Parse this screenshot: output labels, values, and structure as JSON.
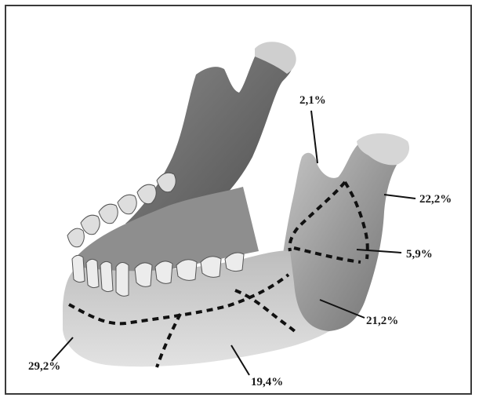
{
  "figure": {
    "labels": {
      "coronoid": "2,1%",
      "subcondylar": "22,2%",
      "ramus": "5,9%",
      "angle": "21,2%",
      "body": "19,4%",
      "symphysis": "29,2%"
    }
  },
  "colors": {
    "bone_light": "#dcdcdc",
    "bone_mid": "#a8a8a8",
    "bone_dark": "#6e6e6e",
    "teeth": "#e9e9e9",
    "lines": "#111111",
    "frame": "#3a3a3a"
  }
}
